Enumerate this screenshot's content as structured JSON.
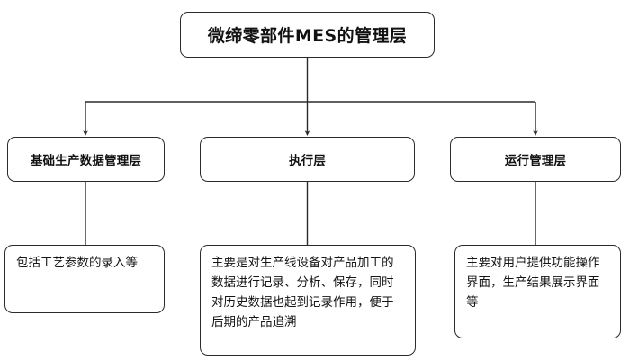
{
  "diagram": {
    "title_node": {
      "label": "微缔零部件MES的管理层"
    },
    "layers": [
      {
        "id": "basic-production-data",
        "label": "基础生产数据管理层"
      },
      {
        "id": "execution",
        "label": "执行层"
      },
      {
        "id": "operation-management",
        "label": "运行管理层"
      }
    ],
    "descriptions": [
      {
        "id": "basic-production-data-desc",
        "text": "包括工艺参数的录入等"
      },
      {
        "id": "execution-desc",
        "text": "主要是对生产线设备对产品加工的数据进行记录、分析、保存，同时对历史数据也起到记录作用，便于后期的产品追溯"
      },
      {
        "id": "operation-management-desc",
        "text": "主要对用户提供功能操作界面，生产结果展示界面等"
      }
    ],
    "style": {
      "background_color": "#ffffff",
      "border_color": "#2b2b2b",
      "text_color": "#111111",
      "connector_color": "#2b2b2b"
    }
  }
}
